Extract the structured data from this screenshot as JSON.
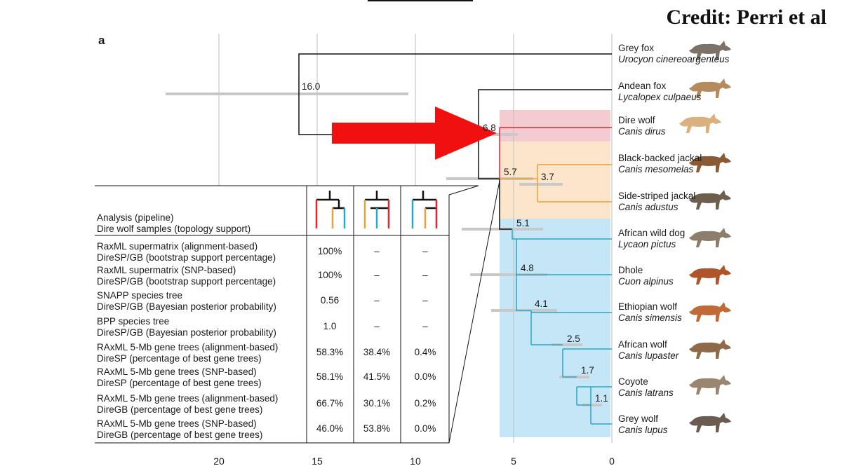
{
  "credit": "Credit: Perri et al",
  "panel_label": "a",
  "axis": {
    "ticks": [
      "20",
      "15",
      "10",
      "5",
      "0"
    ]
  },
  "node_ages": [
    "16.0",
    "6.8",
    "5.7",
    "3.7",
    "5.1",
    "4.8",
    "4.1",
    "2.5",
    "1.7",
    "1.1"
  ],
  "taxa": [
    {
      "common": "Grey fox",
      "scientific": "Urocyon cinereoargenteus",
      "icon": "grey-fox-icon"
    },
    {
      "common": "Andean fox",
      "scientific": "Lycalopex culpaeus",
      "icon": "andean-fox-icon"
    },
    {
      "common": "Dire wolf",
      "scientific": "Canis dirus",
      "icon": "dire-wolf-icon"
    },
    {
      "common": "Black-backed jackal",
      "scientific": "Canis mesomelas",
      "icon": "black-backed-jackal-icon"
    },
    {
      "common": "Side-striped jackal",
      "scientific": "Canis adustus",
      "icon": "side-striped-jackal-icon"
    },
    {
      "common": "African wild dog",
      "scientific": "Lycaon pictus",
      "icon": "african-wild-dog-icon"
    },
    {
      "common": "Dhole",
      "scientific": "Cuon alpinus",
      "icon": "dhole-icon"
    },
    {
      "common": "Ethiopian wolf",
      "scientific": "Canis simensis",
      "icon": "ethiopian-wolf-icon"
    },
    {
      "common": "African wolf",
      "scientific": "Canis lupaster",
      "icon": "african-wolf-icon"
    },
    {
      "common": "Coyote",
      "scientific": "Canis latrans",
      "icon": "coyote-icon"
    },
    {
      "common": "Grey wolf",
      "scientific": "Canis lupus",
      "icon": "grey-wolf-icon"
    }
  ],
  "table": {
    "header": [
      "Analysis (pipeline)",
      "Dire wolf samples (topology support)"
    ],
    "rows": [
      {
        "line1": "RaxML supermatrix (alignment-based)",
        "line2": "DireSP/GB (bootstrap support percentage)",
        "values": [
          "100%",
          "–",
          "–"
        ]
      },
      {
        "line1": "RaxML supermatrix (SNP-based)",
        "line2": "DireSP/GB (bootstrap support percentage)",
        "values": [
          "100%",
          "–",
          "–"
        ]
      },
      {
        "line1": "SNAPP species tree",
        "line2": "DireSP/GB (Bayesian posterior probability)",
        "values": [
          "0.56",
          "–",
          "–"
        ]
      },
      {
        "line1": "BPP species tree",
        "line2": "DireSP/GB (Bayesian posterior probability)",
        "values": [
          "1.0",
          "–",
          "–"
        ]
      },
      {
        "line1": "RAxML 5-Mb gene trees (alignment-based)",
        "line2": "DireSP (percentage of best gene trees)",
        "values": [
          "58.3%",
          "38.4%",
          "0.4%"
        ]
      },
      {
        "line1": "RAxML 5-Mb gene trees (SNP-based)",
        "line2": "DireSP (percentage of best gene trees)",
        "values": [
          "58.1%",
          "41.5%",
          "0.0%"
        ]
      },
      {
        "line1": "RAxML 5-Mb gene trees (alignment-based)",
        "line2": "DireGB (percentage of best gene trees)",
        "values": [
          "66.7%",
          "30.1%",
          "0.2%"
        ]
      },
      {
        "line1": "RAxML 5-Mb gene trees (SNP-based)",
        "line2": "DireGB (percentage of best gene trees)",
        "values": [
          "46.0%",
          "53.8%",
          "0.0%"
        ]
      }
    ]
  },
  "colors": {
    "dire_wolf": "#e8232d",
    "jackals": "#e8a23a",
    "wolves": "#27a8c8",
    "dire_band": "#f5cbd2",
    "jackal_band": "#fde5cc",
    "wolf_band": "#c5e6f7",
    "arrow": "#f01010"
  }
}
